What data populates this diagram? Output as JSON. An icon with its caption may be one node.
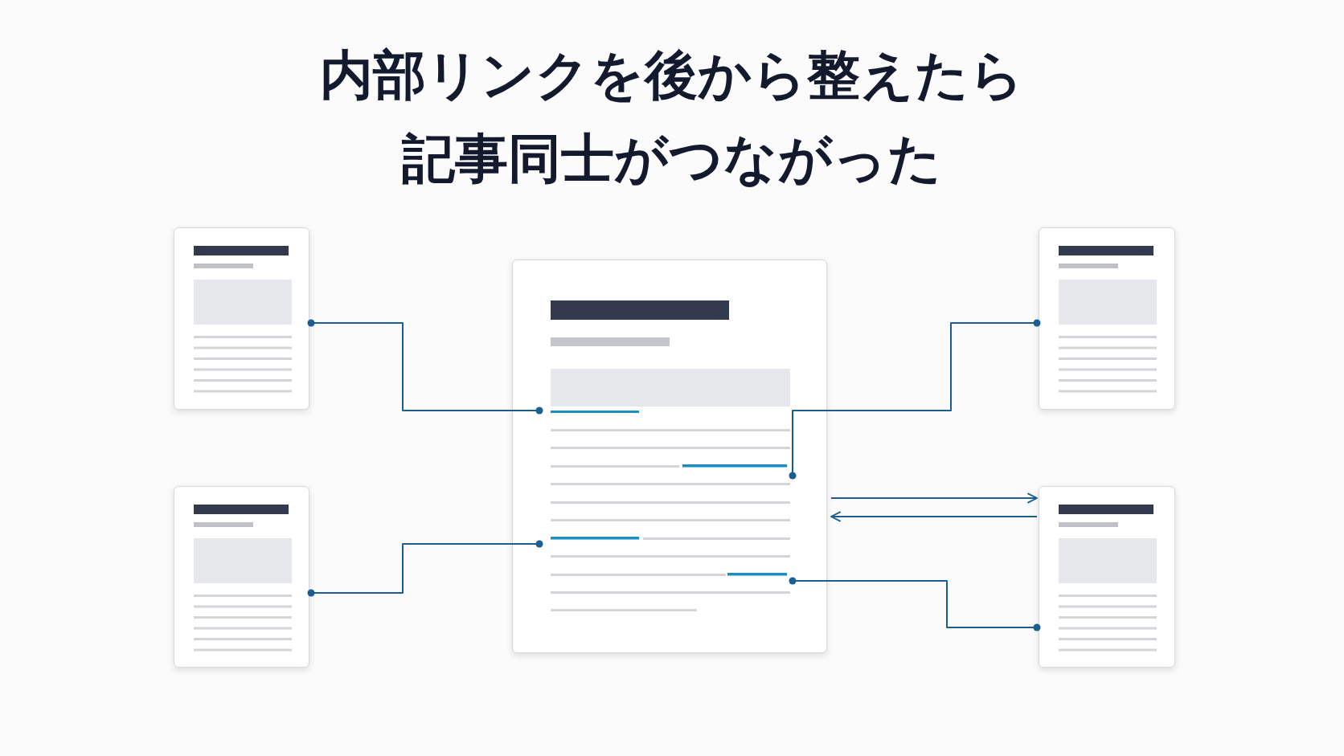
{
  "diagram": {
    "title": "内部リンクを後から整えたら記事同士がつながった",
    "nodes": [
      {
        "text": [],
        "shape": "box"
      },
      {
        "text": [],
        "shape": "box"
      },
      {
        "text": [],
        "shape": "box"
      },
      {
        "text": [],
        "shape": "box"
      },
      {
        "text": [],
        "shape": "box"
      }
    ],
    "edges": [
      {
        "from": 1,
        "to": 0,
        "arrow": "other"
      },
      {
        "from": 1,
        "to": 2,
        "arrow": "other"
      },
      {
        "from": 1,
        "to": 4,
        "arrow": "to"
      },
      {
        "from": 4,
        "to": 1,
        "arrow": "to"
      },
      {
        "from": 1,
        "to": 3,
        "arrow": "other"
      },
      {
        "from": 1,
        "to": 4,
        "arrow": "other"
      }
    ]
  }
}
